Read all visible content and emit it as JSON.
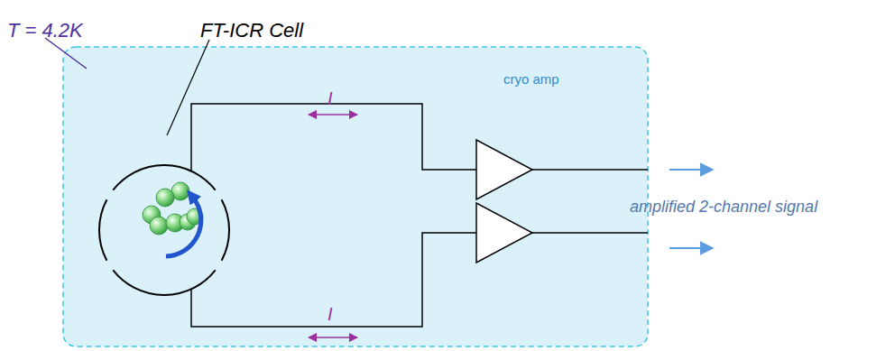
{
  "diagram": {
    "labels": [
      "T = 4.2K",
      "FT-ICR Cell",
      "I",
      "I",
      "cryo amp",
      "amplified 2-channel signal"
    ]
  }
}
